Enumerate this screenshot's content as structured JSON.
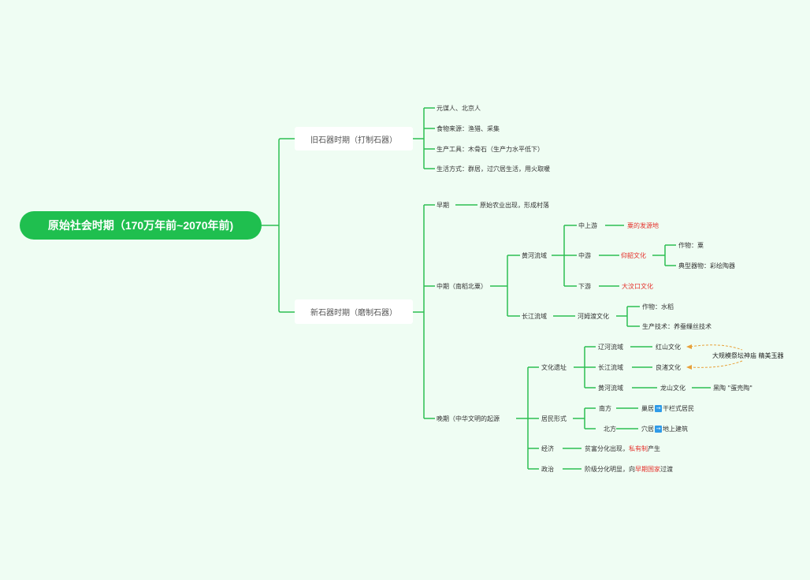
{
  "root": "原始社会时期（170万年前~2070年前)",
  "paleolithic": {
    "title": "旧石器时期（打制石器）",
    "items": [
      "元谋人、北京人",
      "食物来源：渔猎、采集",
      "生产工具：木骨石（生产力水平低下）",
      "生活方式：群居，过穴居生活，用火取暖"
    ]
  },
  "neolithic": {
    "title": "新石器时期（磨制石器）",
    "early": {
      "label": "早期",
      "desc": "原始农业出现，形成村落"
    },
    "middle": {
      "label": "中期（南稻北粟）",
      "yellow": {
        "label": "黄河流域",
        "upper": {
          "label": "中上游",
          "desc": "粟的发源地"
        },
        "mid": {
          "label": "中游",
          "desc": "仰韶文化",
          "sub": [
            "作物：粟",
            "典型器物：彩绘陶器"
          ]
        },
        "lower": {
          "label": "下游",
          "desc": "大汶口文化"
        }
      },
      "yangtze": {
        "label": "长江流域",
        "culture": "河姆渡文化",
        "sub": [
          "作物：水稻",
          "生产技术：养蚕缫丝技术"
        ]
      }
    },
    "late": {
      "label": "晚期（中华文明的起源",
      "sites": {
        "label": "文化遗址",
        "rows": [
          {
            "region": "辽河流域",
            "culture": "红山文化"
          },
          {
            "region": "长江流域",
            "culture": "良渚文化"
          },
          {
            "region": "黄河流域",
            "culture": "龙山文化",
            "extra": "黑陶 \"蛋壳陶\""
          }
        ],
        "note": "大规模祭坛神庙 精美玉器"
      },
      "housing": {
        "label": "居民形式",
        "rows": [
          {
            "region": "南方",
            "a": "巢居",
            "b": "干栏式居民"
          },
          {
            "region": "北方",
            "a": "穴居",
            "b": "地上建筑"
          }
        ]
      },
      "economy": {
        "label": "经济",
        "pre": "贫富分化出现，",
        "red": "私有制",
        "post": "产生"
      },
      "politics": {
        "label": "政治",
        "pre": "阶级分化明显，向",
        "red": "早期国家",
        "post": "过渡"
      }
    }
  },
  "colors": {
    "line": "#2dbf52",
    "root": "#1fbf4f",
    "red": "#e5322d",
    "dash": "#e8a13a",
    "arrow": "#2f9be8"
  },
  "icons": {
    "arrow": "→"
  }
}
